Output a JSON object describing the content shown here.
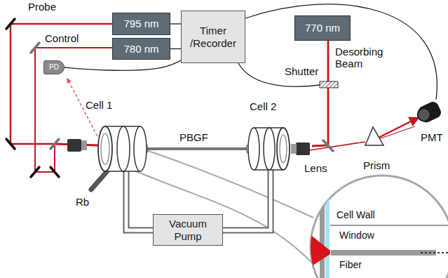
{
  "diagram": {
    "nodes": [
      {
        "text": [
          "795 nm"
        ]
      },
      {
        "text": [
          "Timer /Recorder"
        ]
      },
      {
        "text": [
          "770 nm"
        ]
      },
      {
        "text": [
          "780 nm"
        ]
      },
      {
        "text": [
          "PD"
        ]
      },
      {
        "text": [
          "Vacuum Pump"
        ]
      }
    ],
    "edges": [
      {
        "from": 0,
        "to": 1,
        "arrow": "none"
      },
      {
        "from": 3,
        "to": 1,
        "arrow": "none"
      },
      {
        "from": 4,
        "to": 1,
        "arrow": "none"
      }
    ],
    "labels": [
      "Probe",
      "Control",
      "Desorbing Beam",
      "Shutter",
      "Cell 1",
      "PBGF",
      "Cell 2",
      "Rb",
      "Lens",
      "Prism",
      "PMT",
      "Cell Wall",
      "Window",
      "Fiber"
    ]
  }
}
